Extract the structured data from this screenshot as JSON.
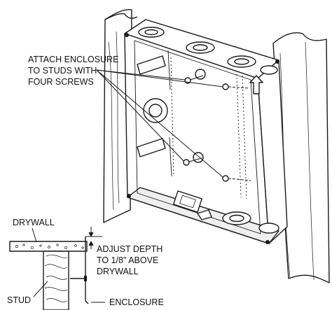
{
  "labels": {
    "attach": [
      "ATTACH ENCLOSURE",
      "TO STUDS WITH",
      "FOUR SCREWS"
    ],
    "drywall": "DRYWALL",
    "adjust": [
      "ADJUST DEPTH",
      "TO 1/8\" ABOVE",
      "DRYWALL"
    ],
    "stud": "STUD",
    "enclosure": "ENCLOSURE"
  },
  "colors": {
    "line": "#1a1a1a",
    "shade": "#c8c8c8",
    "fill": "#ffffff"
  }
}
